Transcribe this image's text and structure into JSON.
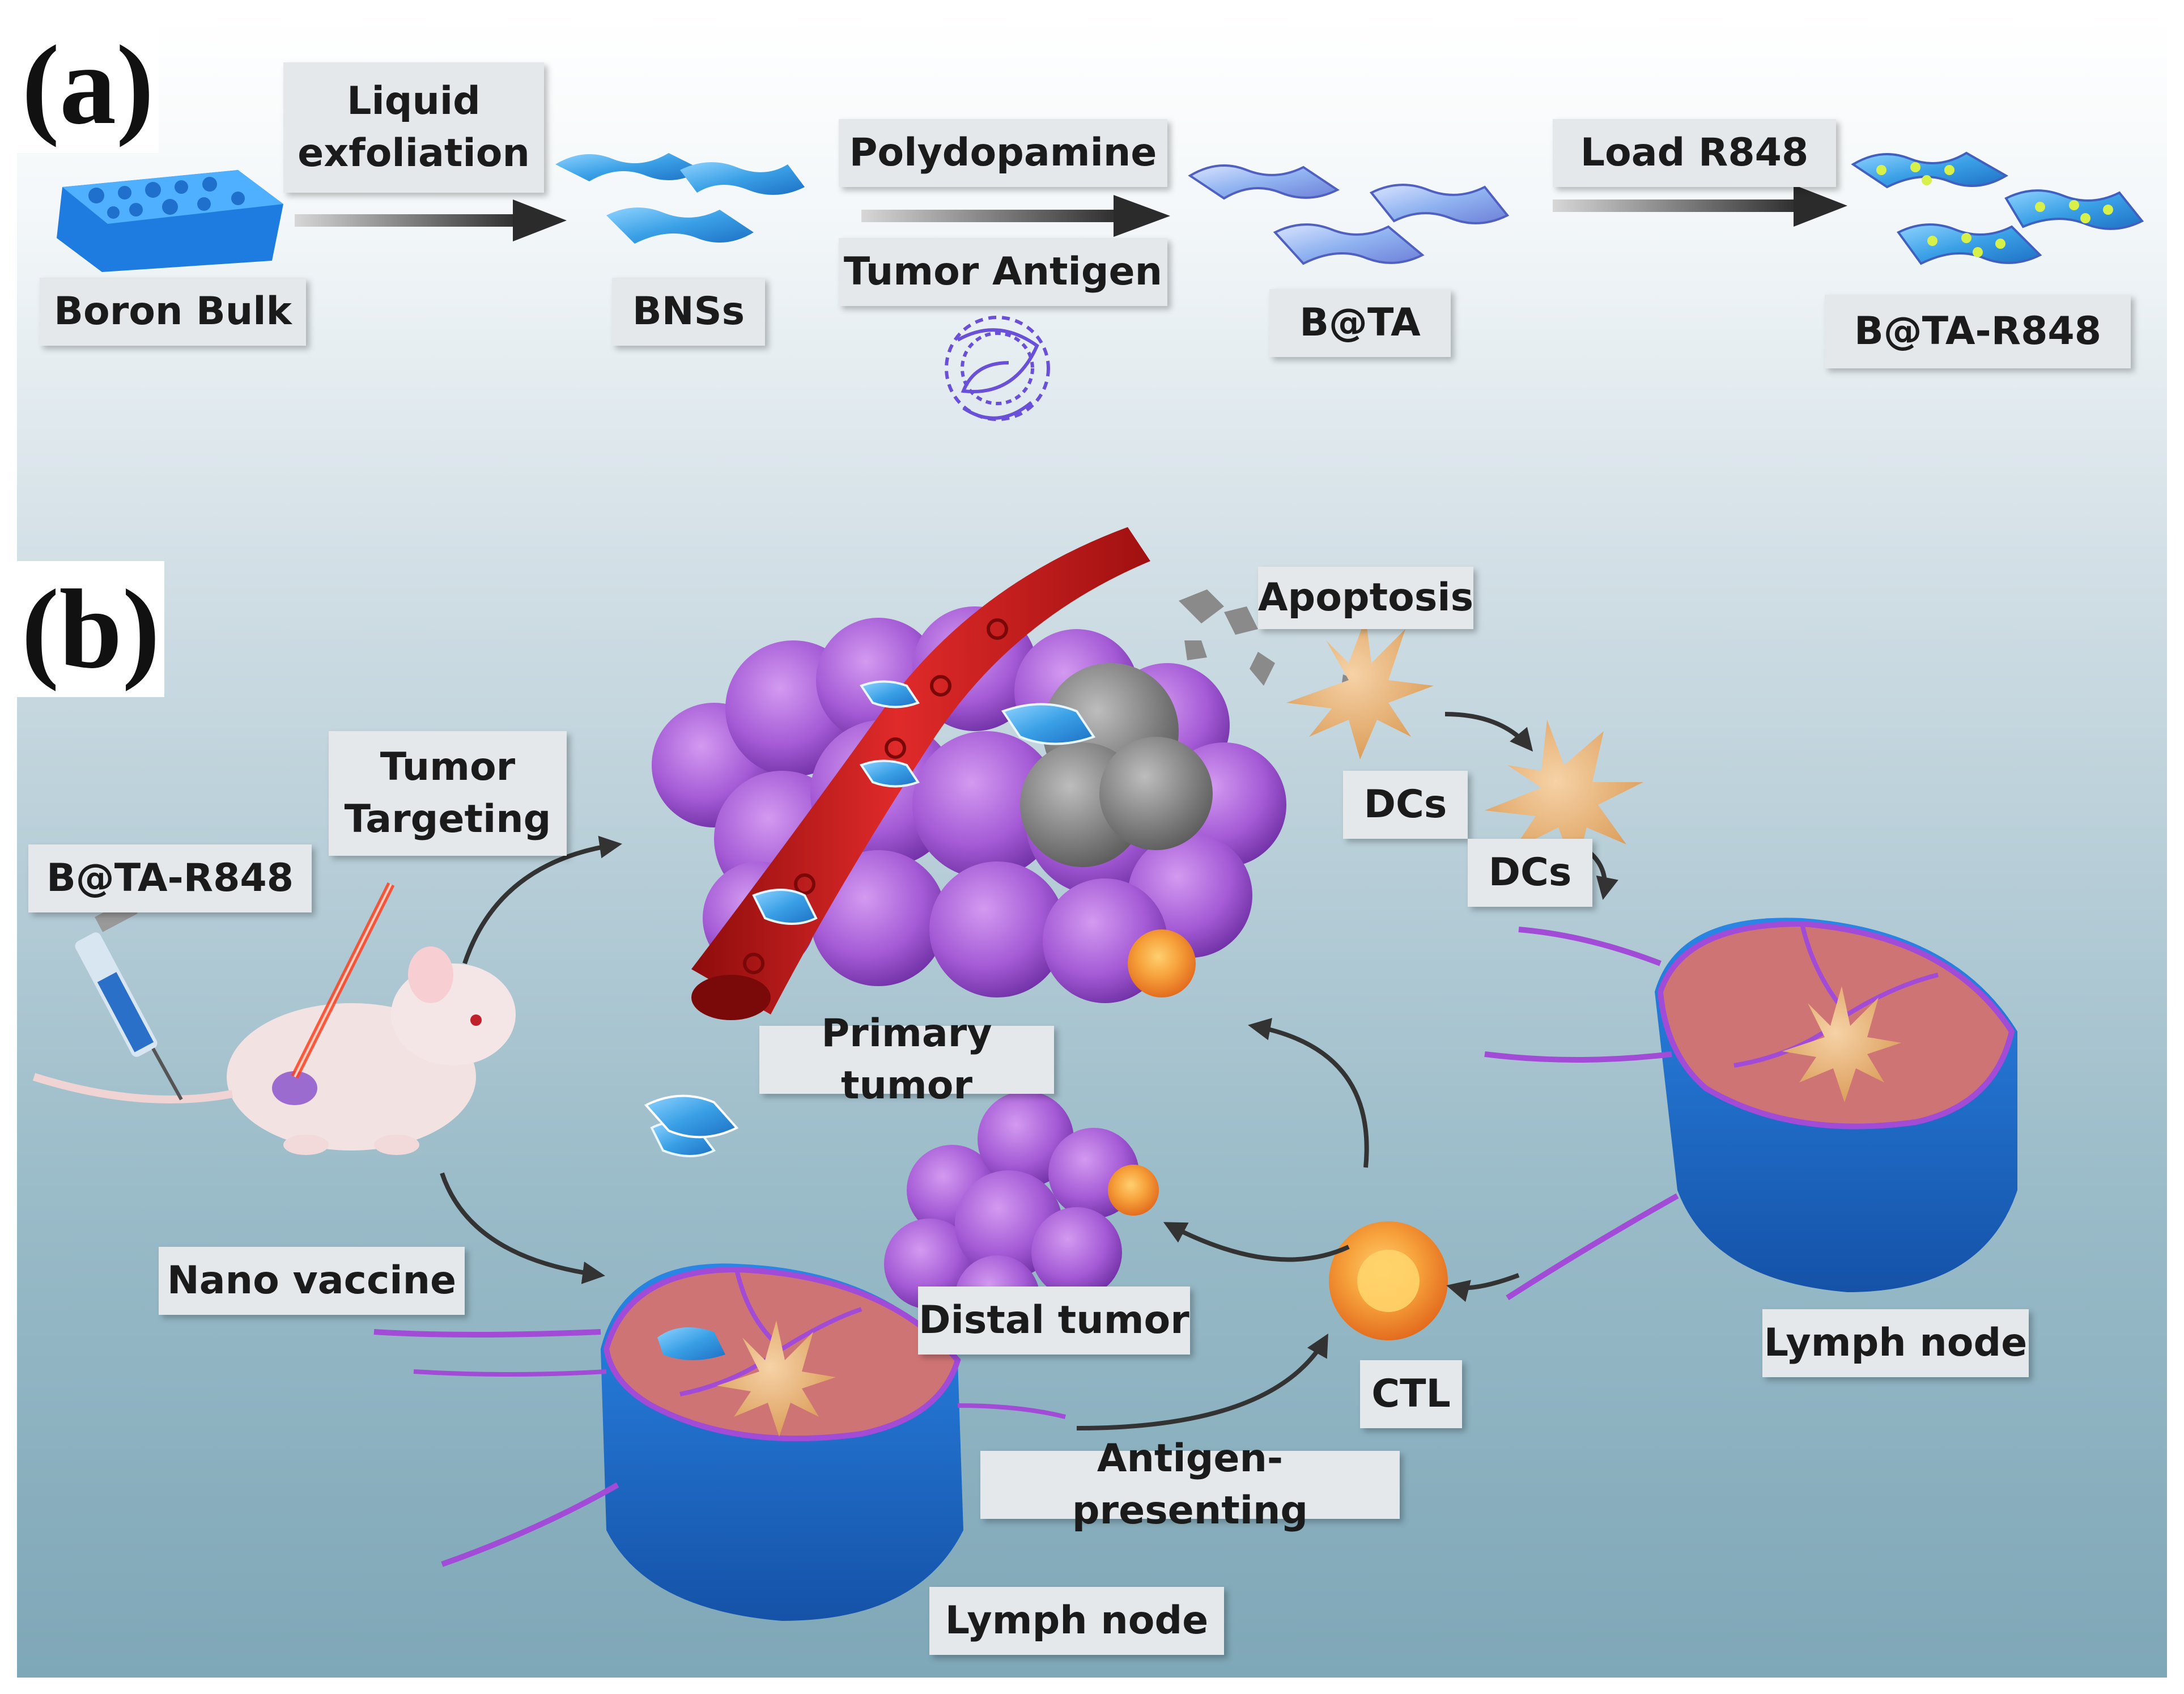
{
  "panels": {
    "a": "(a)",
    "b": "(b)"
  },
  "synthesis": {
    "boron_bulk": "Boron Bulk",
    "step1": "Liquid\nexfoliation",
    "bnss": "BNSs",
    "step2_top": "Polydopamine",
    "step2_bottom": "Tumor Antigen",
    "bta": "B@TA",
    "step3": "Load R848",
    "bta_r848": "B@TA-R848"
  },
  "mechanism": {
    "injection": "B@TA-R848",
    "tumor_targeting": "Tumor\nTargeting",
    "apoptosis": "Apoptosis",
    "dcs_1": "DCs",
    "dcs_2": "DCs",
    "primary_tumor": "Primary tumor",
    "nano_vaccine": "Nano vaccine",
    "distal_tumor": "Distal tumor",
    "ctl": "CTL",
    "lymph_node_right": "Lymph node",
    "antigen_presenting": "Antigen-presenting",
    "lymph_node_bottom": "Lymph node"
  },
  "colors": {
    "background_top": "#ffffff",
    "background_bottom": "#7fa8b8",
    "nanosheet": "#3aa0e6",
    "tumor": "#a55bd6",
    "vessel": "#d42020",
    "lymph_node_top": "#c96a6a",
    "lymph_node_body": "#1e6fd0",
    "dc_cell": "#e8b074",
    "ctl_cell": "#f28a2a",
    "arrow": "#333333"
  }
}
